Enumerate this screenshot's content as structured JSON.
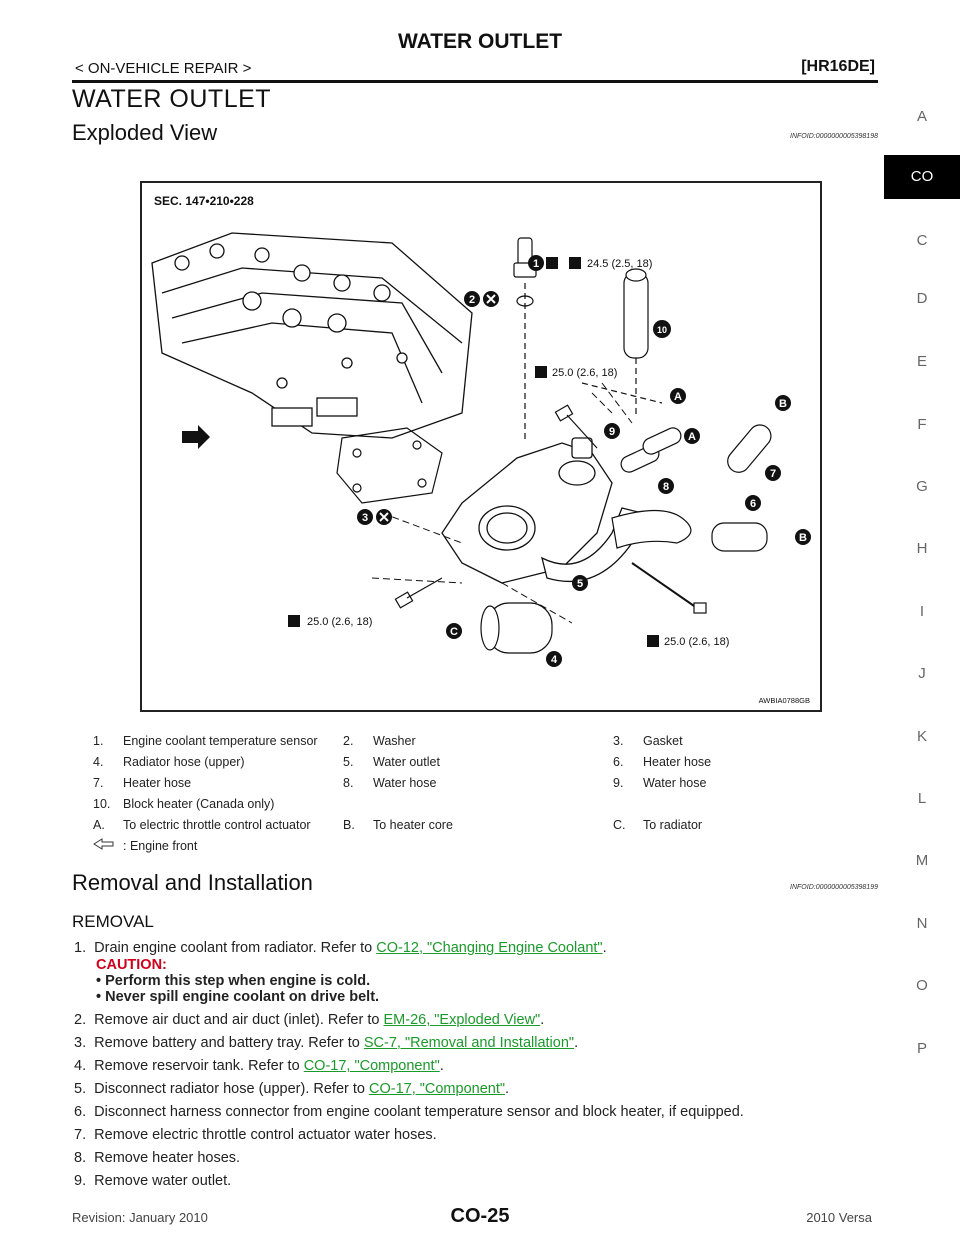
{
  "header": {
    "title": "WATER OUTLET",
    "breadcrumb": "< ON-VEHICLE REPAIR >",
    "engine": "[HR16DE]"
  },
  "section_title": "WATER OUTLET",
  "exploded_view": {
    "heading": "Exploded View",
    "info_id": "INFOID:0000000005398198",
    "figure": {
      "section_ref": "SEC. 147•210•228",
      "torque_1": "24.5 (2.5, 18)",
      "torque_2": "25.0 (2.6, 18)",
      "torque_3": "25.0 (2.6, 18)",
      "torque_4": "25.0 (2.6, 18)",
      "image_code": "AWBIA0788GB",
      "callouts": [
        "1",
        "2",
        "3",
        "4",
        "5",
        "6",
        "7",
        "8",
        "9",
        "10",
        "A",
        "A",
        "B",
        "B",
        "C"
      ]
    },
    "legend": [
      {
        "n1": "1.",
        "t1": "Engine coolant temperature sensor",
        "n2": "2.",
        "t2": "Washer",
        "n3": "3.",
        "t3": "Gasket"
      },
      {
        "n1": "4.",
        "t1": "Radiator hose (upper)",
        "n2": "5.",
        "t2": "Water outlet",
        "n3": "6.",
        "t3": "Heater hose"
      },
      {
        "n1": "7.",
        "t1": "Heater hose",
        "n2": "8.",
        "t2": "Water hose",
        "n3": "9.",
        "t3": "Water hose"
      },
      {
        "n1": "10.",
        "t1": "Block heater (Canada only)",
        "n2": "",
        "t2": "",
        "n3": "",
        "t3": ""
      },
      {
        "n1": "A.",
        "t1": "To electric throttle control actuator",
        "n2": "B.",
        "t2": "To heater core",
        "n3": "C.",
        "t3": "To radiator"
      }
    ],
    "engine_front_label": ": Engine front"
  },
  "removal": {
    "heading": "Removal and Installation",
    "info_id": "INFOID:0000000005398199",
    "subheading": "REMOVAL",
    "steps": {
      "s1_num": "1.",
      "s1_text": "Drain engine coolant from radiator. Refer to ",
      "s1_link": "CO-12, \"Changing Engine Coolant\"",
      "s1_end": ".",
      "caution": "CAUTION:",
      "caution_1": "•  Perform this step when engine is cold.",
      "caution_2": "•  Never spill engine coolant on drive belt.",
      "s2_num": "2.",
      "s2_text": "Remove air duct and air duct (inlet). Refer to ",
      "s2_link": "EM-26, \"Exploded View\"",
      "s2_end": ".",
      "s3_num": "3.",
      "s3_text": "Remove battery and battery tray. Refer to ",
      "s3_link": "SC-7, \"Removal and Installation\"",
      "s3_end": ".",
      "s4_num": "4.",
      "s4_text": "Remove reservoir tank. Refer to ",
      "s4_link": "CO-17, \"Component\"",
      "s4_end": ".",
      "s5_num": "5.",
      "s5_text": "Disconnect radiator hose (upper). Refer to ",
      "s5_link": "CO-17, \"Component\"",
      "s5_end": ".",
      "s6_num": "6.",
      "s6_text": "Disconnect harness connector from engine coolant temperature sensor and block heater, if equipped.",
      "s7_num": "7.",
      "s7_text": "Remove electric throttle control actuator water hoses.",
      "s8_num": "8.",
      "s8_text": "Remove heater hoses.",
      "s9_num": "9.",
      "s9_text": "Remove water outlet."
    }
  },
  "side_index": [
    "A",
    "CO",
    "C",
    "D",
    "E",
    "F",
    "G",
    "H",
    "I",
    "J",
    "K",
    "L",
    "M",
    "N",
    "O",
    "P"
  ],
  "footer": {
    "revision": "Revision: January 2010",
    "page": "CO-25",
    "model": "2010 Versa"
  }
}
